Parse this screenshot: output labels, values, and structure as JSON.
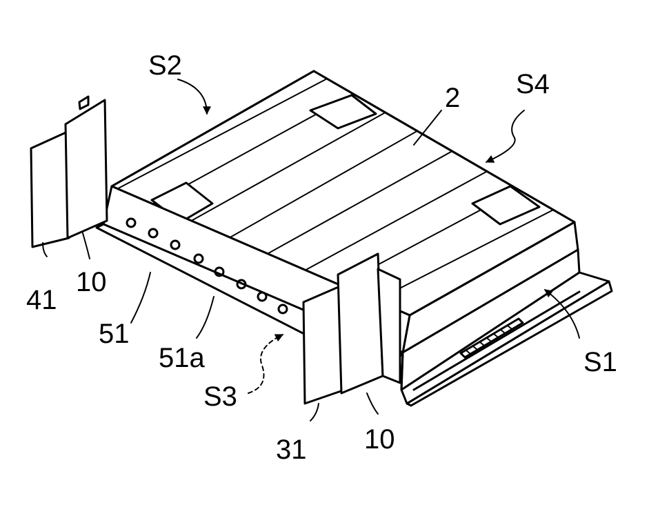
{
  "figure": {
    "labels": {
      "s1": "S1",
      "s2": "S2",
      "s3": "S3",
      "s4": "S4",
      "top_plate": "2",
      "bar_left_outer": "41",
      "bar_left_inner": "10",
      "side_panel": "51",
      "hole": "51a",
      "bar_right_outer": "31",
      "bar_right_inner": "10"
    }
  }
}
